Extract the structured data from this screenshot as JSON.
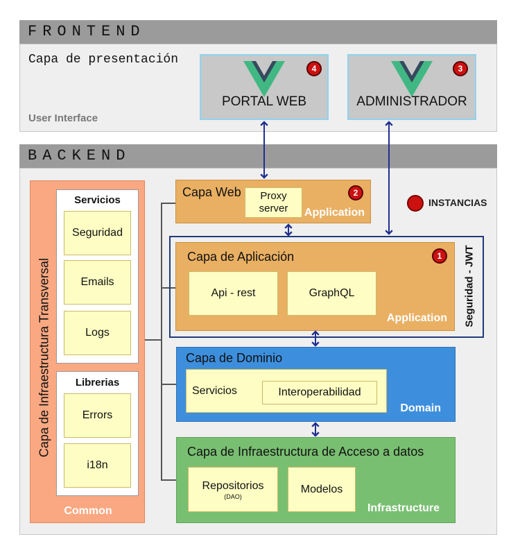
{
  "frontend": {
    "title": "FRONTEND",
    "subtitle": "Capa de presentación",
    "tag": "User Interface",
    "clients": [
      {
        "name": "PORTAL WEB",
        "badge": "4"
      },
      {
        "name": "ADMINISTRADOR",
        "badge": "3"
      }
    ]
  },
  "backend": {
    "title": "BACKEND"
  },
  "legend": {
    "label": "INSTANCIAS"
  },
  "transversal": {
    "title": "Capa de Infraestructura Transversal",
    "tag": "Common",
    "servicios": {
      "title": "Servicios",
      "items": [
        "Seguridad",
        "Emails",
        "Logs"
      ]
    },
    "librerias": {
      "title": "Librerias",
      "items": [
        "Errors",
        "i18n"
      ]
    }
  },
  "web": {
    "title": "Capa Web",
    "proxy": "Proxy server",
    "badge": "2",
    "tag": "Application"
  },
  "security": {
    "label": "Seguridad - JWT"
  },
  "aplicacion": {
    "title": "Capa de Aplicación",
    "badge": "1",
    "items": [
      "Api - rest",
      "GraphQL"
    ],
    "tag": "Application"
  },
  "dominio": {
    "title": "Capa de Dominio",
    "servicios": "Servicios",
    "interop": "Interoperabilidad",
    "tag": "Domain"
  },
  "infra": {
    "title": "Capa de Infraestructura de Acceso a datos",
    "repos": "Repositorios",
    "repos_sub": "(DAO)",
    "modelos": "Modelos",
    "tag": "Infrastructure"
  },
  "colors": {
    "transversal": "#f9a882",
    "application": "#e9b063",
    "domain": "#3d8fdd",
    "infrastructure": "#79bf72",
    "arrow": "#1e2f8f",
    "badge": "#cc1111",
    "vue_green": "#41b883",
    "vue_dark": "#35495e"
  }
}
